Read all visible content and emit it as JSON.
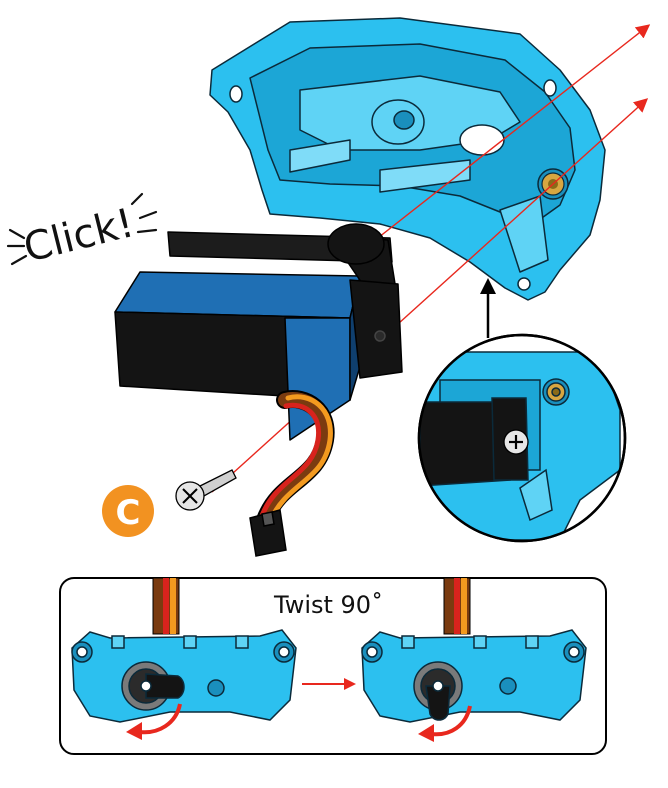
{
  "callout": {
    "click_text": "Click!"
  },
  "step": {
    "letter": "C"
  },
  "twist_panel": {
    "label": "Twist 90˚"
  },
  "colors": {
    "part_blue": "#2cc0ef",
    "part_blue_dark": "#1a9fd0",
    "servo_blue": "#1f6fb4",
    "servo_black": "#141414",
    "guide_line": "#e8281e",
    "step_badge": "#f29221",
    "brass": "#d7a641",
    "wire_brown": "#7a3b10",
    "wire_red": "#d8231d",
    "wire_orange": "#f39a1f"
  },
  "icons": [
    "click-sparkle-icon",
    "phillips-screw-icon",
    "twist-arrow-icon",
    "up-arrow-icon",
    "right-arrow-icon"
  ]
}
